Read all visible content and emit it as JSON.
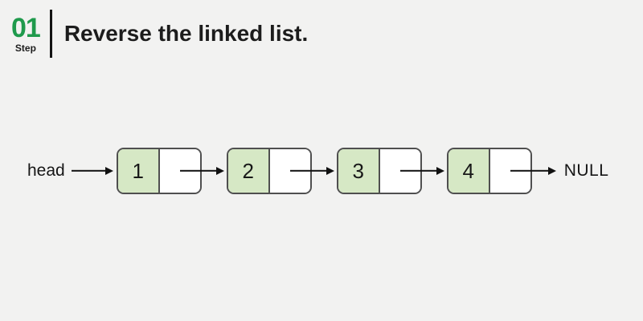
{
  "header": {
    "step_number": "01",
    "step_label": "Step",
    "title": "Reverse the linked list."
  },
  "diagram": {
    "head_label": "head",
    "null_label": "NULL",
    "nodes": [
      {
        "value": "1"
      },
      {
        "value": "2"
      },
      {
        "value": "3"
      },
      {
        "value": "4"
      }
    ]
  },
  "colors": {
    "background": "#f2f2f1",
    "accent_green": "#1f9a4c",
    "node_fill": "#d6e8c5",
    "node_border": "#4f4f4f",
    "arrow": "#111111"
  }
}
